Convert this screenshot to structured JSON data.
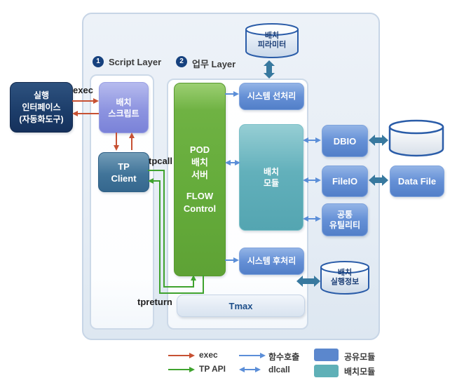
{
  "layers": {
    "script": {
      "num": "1",
      "label": "Script Layer"
    },
    "biz": {
      "num": "2",
      "label": "업무 Layer"
    }
  },
  "nodes": {
    "exec_interface": {
      "l1": "실행",
      "l2": "인터페이스",
      "l3": "(자동화도구)"
    },
    "batch_script": {
      "l1": "배치",
      "l2": "스크립트"
    },
    "tp_client": {
      "l1": "TP",
      "l2": "Client"
    },
    "pod_server": {
      "l1": "POD",
      "l2": "배치",
      "l3": "서버",
      "l4": "FLOW",
      "l5": "Control"
    },
    "sys_pre": {
      "label": "시스템 선처리"
    },
    "batch_module": {
      "l1": "배치",
      "l2": "모듈"
    },
    "sys_post": {
      "label": "시스템 후처리"
    },
    "tmax": {
      "label": "Tmax"
    },
    "batch_param": {
      "l1": "배치",
      "l2": "피라미터"
    },
    "dbio": {
      "label": "DBIO"
    },
    "fileio": {
      "label": "FileIO"
    },
    "common_util": {
      "l1": "공통",
      "l2": "유틸리티"
    },
    "data_file": {
      "label": "Data File"
    },
    "run_info": {
      "l1": "배치",
      "l2": "실행정보"
    }
  },
  "edge_labels": {
    "exec": "exec",
    "tpcall": "tpcall",
    "tpreturn": "tpreturn"
  },
  "legend": {
    "exec": "exec",
    "tp_api": "TP API",
    "func_call": "함수호출",
    "dlcall": "dlcall",
    "shared_module": "공유모듈",
    "batch_module": "배치모듈"
  },
  "colors": {
    "exec_arrow": "#c75133",
    "tp_api_arrow": "#3fa32e",
    "call_arrow": "#5b8ed8",
    "thick_arrow": "#38799f",
    "shared_module_fill": "#5b87cd",
    "batch_module_fill": "#5fb0b7",
    "pod_server_fill": "#62a938",
    "badge_fill": "#16417e"
  }
}
